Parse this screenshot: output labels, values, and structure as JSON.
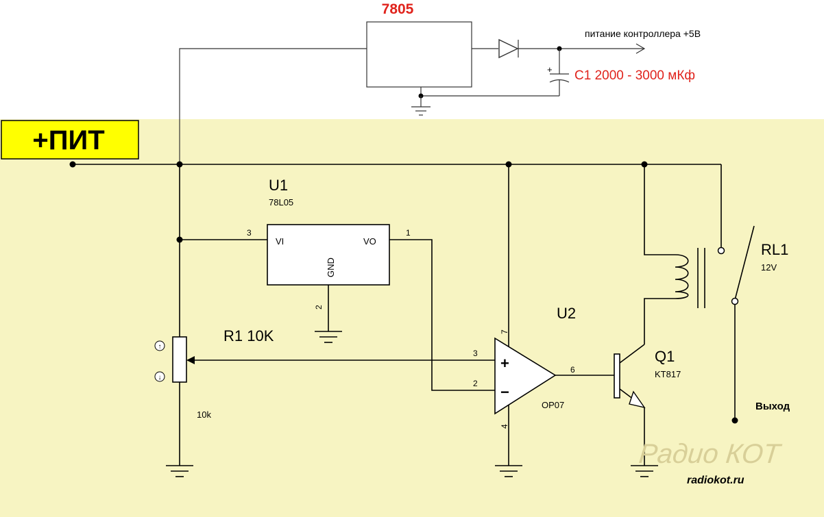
{
  "colors": {
    "highlight_area": "#f7f4c2",
    "supply_badge": "#ffff00",
    "accent_red": "#e0231c",
    "watermark": "#d8cf98"
  },
  "supply": {
    "label": "+ПИТ"
  },
  "regulator_top": {
    "name": "7805",
    "output_label": "питание контроллера +5В",
    "capacitor_polarity": "+",
    "capacitor_label": "C1 2000 - 3000 мКф"
  },
  "u1": {
    "ref": "U1",
    "part": "78L05",
    "pin_vi": "VI",
    "pin_vo": "VO",
    "pin_gnd": "GND",
    "pin3": "3",
    "pin1": "1",
    "pin2": "2"
  },
  "r1": {
    "label": "R1  10K",
    "value": "10k",
    "up_symbol": "↑",
    "down_symbol": "↓"
  },
  "u2": {
    "ref": "U2",
    "part": "OP07",
    "plus": "+",
    "minus": "−",
    "pin3": "3",
    "pin2": "2",
    "pin6": "6",
    "pin7": "7",
    "pin4": "4"
  },
  "q1": {
    "ref": "Q1",
    "part": "KT817"
  },
  "rl1": {
    "ref": "RL1",
    "voltage": "12V"
  },
  "output": {
    "label": "Выход"
  },
  "watermark": {
    "line1": "Радио КОТ",
    "line2": "radiokot.ru"
  }
}
